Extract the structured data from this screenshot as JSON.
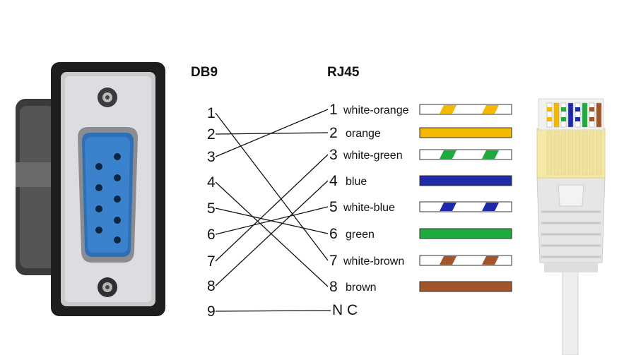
{
  "headers": {
    "db9": "DB9",
    "rj45": "RJ45"
  },
  "db9_pins": [
    "1",
    "2",
    "3",
    "4",
    "5",
    "6",
    "7",
    "8",
    "9"
  ],
  "rj45_pins": [
    {
      "num": "1",
      "color_name": "white-orange",
      "stripe": true,
      "color": "#f5b800"
    },
    {
      "num": "2",
      "color_name": "orange",
      "stripe": false,
      "color": "#f5b800"
    },
    {
      "num": "3",
      "color_name": "white-green",
      "stripe": true,
      "color": "#1faa3c"
    },
    {
      "num": "4",
      "color_name": "blue",
      "stripe": false,
      "color": "#1f2aa8"
    },
    {
      "num": "5",
      "color_name": "white-blue",
      "stripe": true,
      "color": "#1f2aa8"
    },
    {
      "num": "6",
      "color_name": "green",
      "stripe": false,
      "color": "#1faa3c"
    },
    {
      "num": "7",
      "color_name": "white-brown",
      "stripe": true,
      "color": "#a0562a"
    },
    {
      "num": "8",
      "color_name": "brown",
      "stripe": false,
      "color": "#a0562a"
    }
  ],
  "nc_label": "N C",
  "connections": [
    {
      "db9": "1",
      "rj45": "7"
    },
    {
      "db9": "2",
      "rj45": "2"
    },
    {
      "db9": "3",
      "rj45": "1"
    },
    {
      "db9": "4",
      "rj45": "8"
    },
    {
      "db9": "5",
      "rj45": "6"
    },
    {
      "db9": "6",
      "rj45": "5"
    },
    {
      "db9": "7",
      "rj45": "3"
    },
    {
      "db9": "8",
      "rj45": "4"
    },
    {
      "db9": "9",
      "rj45": "NC"
    }
  ]
}
